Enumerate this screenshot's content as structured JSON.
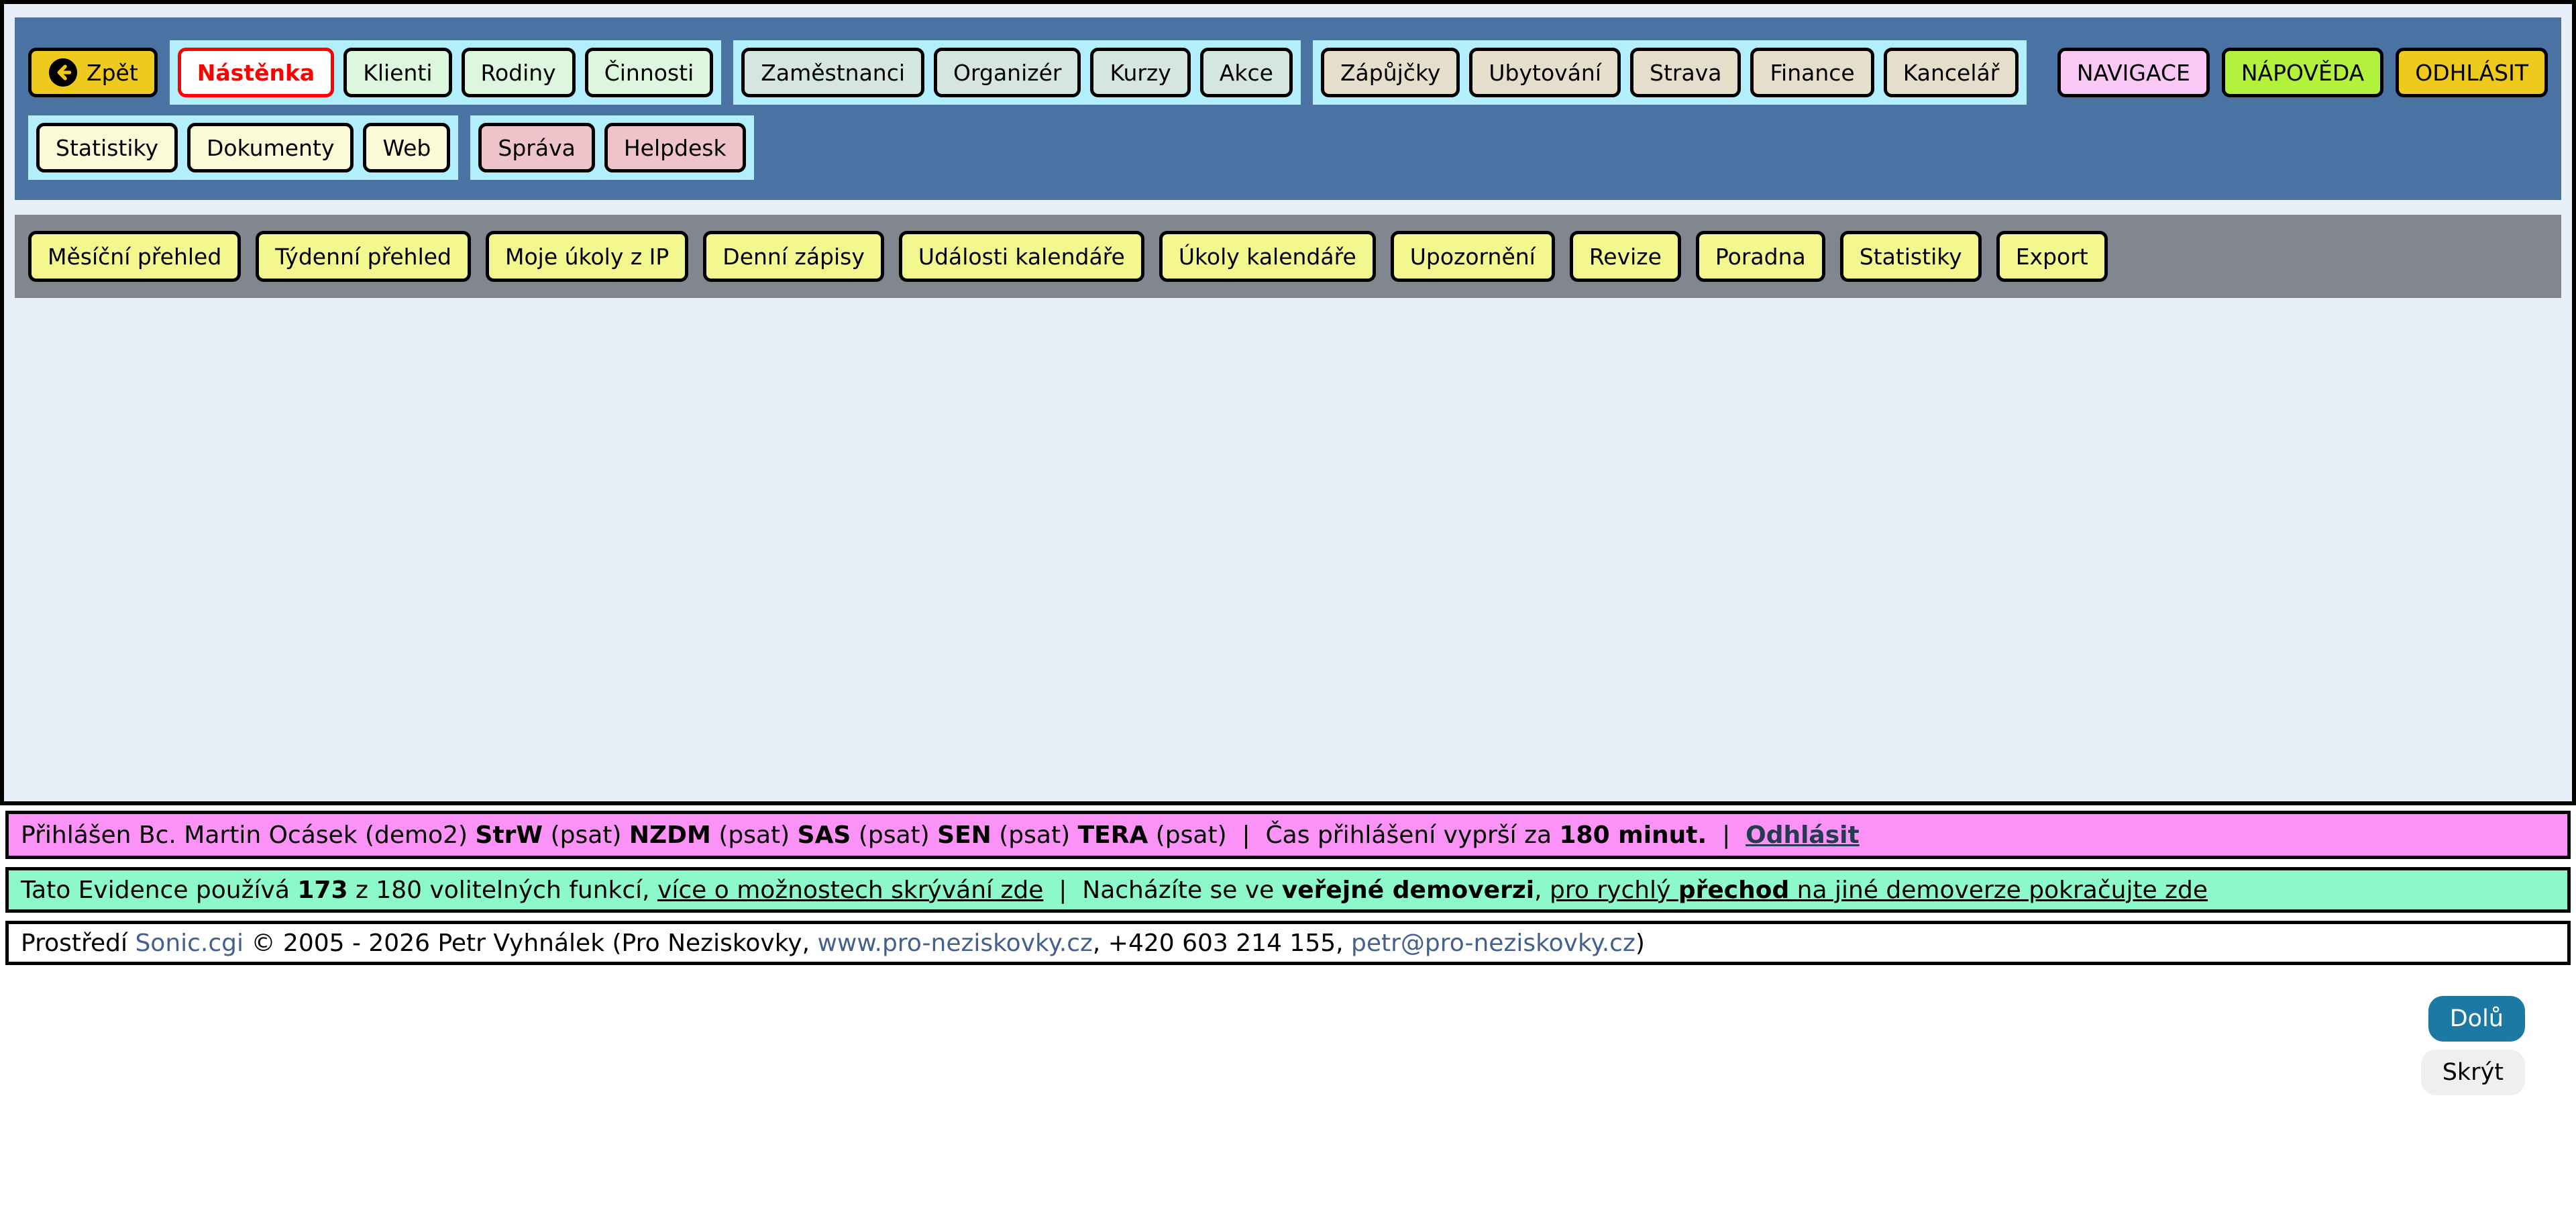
{
  "header": {
    "back_label": "Zpět",
    "main_group": [
      "Nástěnka",
      "Klienti",
      "Rodiny",
      "Činnosti"
    ],
    "active_item": "Nástěnka",
    "people_group": [
      "Zaměstnanci",
      "Organizér",
      "Kurzy",
      "Akce"
    ],
    "services_group": [
      "Zápůjčky",
      "Ubytování",
      "Strava",
      "Finance",
      "Kancelář"
    ],
    "right_group": [
      "NAVIGACE",
      "NÁPOVĚDA",
      "ODHLÁSIT"
    ],
    "row2_group1": [
      "Statistiky",
      "Dokumenty",
      "Web"
    ],
    "row2_group2": [
      "Správa",
      "Helpdesk"
    ]
  },
  "toolbar": {
    "items": [
      "Měsíční přehled",
      "Týdenní přehled",
      "Moje úkoly z IP",
      "Denní zápisy",
      "Události kalendáře",
      "Úkoly kalendáře",
      "Upozornění",
      "Revize",
      "Poradna",
      "Statistiky",
      "Export"
    ]
  },
  "status_bar": {
    "segments": [
      {
        "t": "Přihlášen Bc. Martin Ocásek (demo2) "
      },
      {
        "t": "StrW"
      },
      {
        "t": " (psat) "
      },
      {
        "t": "NZDM"
      },
      {
        "t": " (psat) "
      },
      {
        "t": "SAS"
      },
      {
        "t": " (psat) "
      },
      {
        "t": "SEN"
      },
      {
        "t": " (psat) "
      },
      {
        "t": "TERA"
      },
      {
        "t": " (psat)  |  Čas přihlášení vyprší za "
      },
      {
        "t": "180 minut."
      },
      {
        "t": "  |  "
      },
      {
        "t": "Odhlásit"
      }
    ],
    "session_minutes": "180"
  },
  "demo_bar": {
    "segments": [
      {
        "t": "Tato Evidence používá "
      },
      {
        "t": "173"
      },
      {
        "t": " z 180 volitelných funkcí, "
      },
      {
        "t": "více o možnostech skrývání zde"
      },
      {
        "t": "  |  Nacházíte se ve "
      },
      {
        "t": "veřejné demoverzi"
      },
      {
        "t": ", "
      },
      {
        "t": "pro rychlý "
      },
      {
        "t": "přechod"
      },
      {
        "t": " na jiné demoverze pokračujte zde"
      }
    ],
    "functions_used": "173",
    "functions_total": "180"
  },
  "footer": {
    "segments": [
      {
        "t": "Prostředí "
      },
      {
        "t": "Sonic.cgi"
      },
      {
        "t": " © 2005 - 2026 Petr Vyhnálek (Pro Neziskovky, "
      },
      {
        "t": "www.pro-neziskovky.cz"
      },
      {
        "t": ", +420 603 214 155, "
      },
      {
        "t": "petr@pro-neziskovky.cz"
      },
      {
        "t": ")"
      }
    ]
  },
  "float_buttons": {
    "down_label": "Dolů",
    "hide_label": "Skrýt"
  },
  "icons": {
    "back_icon": "circle-arrow-left"
  },
  "colors": {
    "page_bg": "#e9eff8",
    "header_band": "#4a72a2",
    "group_container_cyan": "#b2eefb",
    "accent_gold": "#eec91e",
    "active_tab_red": "#ff0000",
    "toolbar_bg": "#82878f",
    "toolbar_button_yellow": "#f3f78d",
    "status_bar_pink": "#fb92f5",
    "demo_bar_green": "#8df9cb",
    "down_button_teal": "#1b79a3"
  }
}
